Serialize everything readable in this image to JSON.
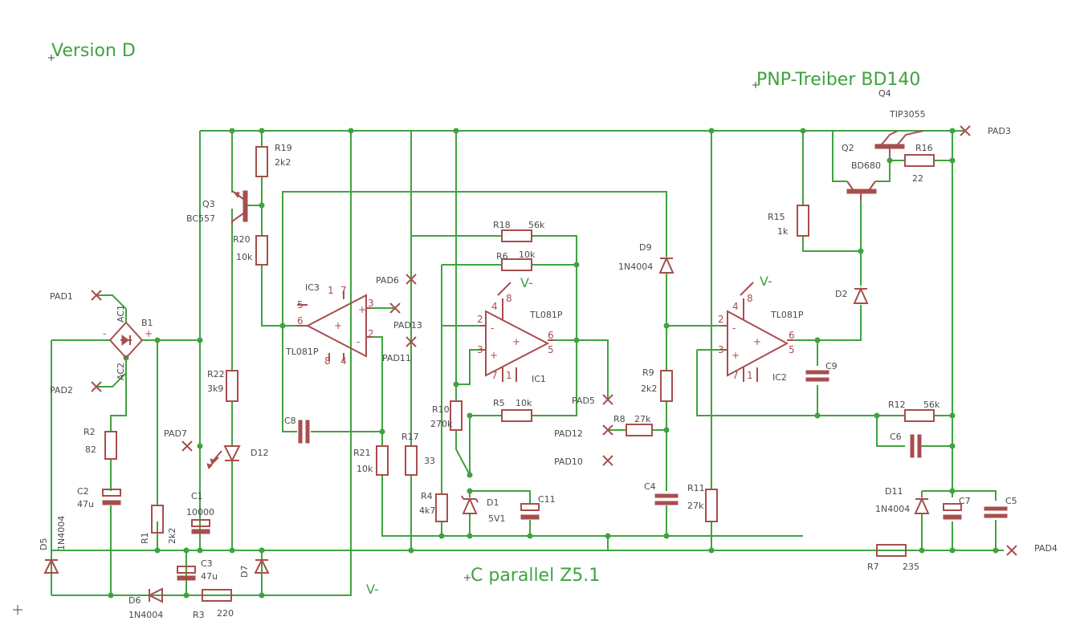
{
  "texts": {
    "version": "Version D",
    "pnp_title": "PNP-Treiber BD140",
    "c_parallel": "C parallel Z5.1",
    "v_minus": "V-"
  },
  "components": {
    "R19": {
      "name": "R19",
      "value": "2k2"
    },
    "R20": {
      "name": "R20",
      "value": "10k"
    },
    "R22": {
      "name": "R22",
      "value": "3k9"
    },
    "R2": {
      "name": "R2",
      "value": "82"
    },
    "R1": {
      "name": "R1",
      "value": "2k2"
    },
    "R3": {
      "name": "R3",
      "value": "220"
    },
    "R21": {
      "name": "R21",
      "value": "10k"
    },
    "R17": {
      "name": "R17",
      "value": "33"
    },
    "R18": {
      "name": "R18",
      "value": "56k"
    },
    "R6": {
      "name": "R6",
      "value": "10k"
    },
    "R5": {
      "name": "R5",
      "value": "10k"
    },
    "R10": {
      "name": "R10",
      "value": "270k"
    },
    "R4": {
      "name": "R4",
      "value": "4k7"
    },
    "R8": {
      "name": "R8",
      "value": "27k"
    },
    "R9": {
      "name": "R9",
      "value": "2k2"
    },
    "R11": {
      "name": "R11",
      "value": "27k"
    },
    "R15": {
      "name": "R15",
      "value": "1k"
    },
    "R16": {
      "name": "R16",
      "value": "22"
    },
    "R12": {
      "name": "R12",
      "value": "56k"
    },
    "R7": {
      "name": "R7",
      "value": "235"
    },
    "C1": {
      "name": "C1",
      "value": "10000"
    },
    "C2": {
      "name": "C2",
      "value": "47u"
    },
    "C3": {
      "name": "C3",
      "value": "47u"
    },
    "C4": {
      "name": "C4",
      "value": ""
    },
    "C5": {
      "name": "C5",
      "value": ""
    },
    "C6": {
      "name": "C6",
      "value": ""
    },
    "C7": {
      "name": "C7",
      "value": ""
    },
    "C8": {
      "name": "C8",
      "value": ""
    },
    "C9": {
      "name": "C9",
      "value": ""
    },
    "C11": {
      "name": "C11",
      "value": ""
    },
    "D1": {
      "name": "D1",
      "value": "5V1"
    },
    "D2": {
      "name": "D2",
      "value": ""
    },
    "D5": {
      "name": "D5",
      "value": "1N4004"
    },
    "D6": {
      "name": "D6",
      "value": "1N4004"
    },
    "D7": {
      "name": "D7",
      "value": ""
    },
    "D9": {
      "name": "D9",
      "value": "1N4004"
    },
    "D11": {
      "name": "D11",
      "value": "1N4004"
    },
    "D12": {
      "name": "D12",
      "value": ""
    },
    "Q2": {
      "name": "Q2",
      "value": "BD680"
    },
    "Q3": {
      "name": "Q3",
      "value": "BC557"
    },
    "Q4": {
      "name": "Q4",
      "value": "TIP3055"
    },
    "B1": {
      "name": "B1",
      "ac1": "AC1",
      "ac2": "AC2"
    },
    "IC1": {
      "name": "IC1",
      "type": "TL081P"
    },
    "IC2": {
      "name": "IC2",
      "type": "TL081P"
    },
    "IC3": {
      "name": "IC3",
      "type": "TL081P"
    }
  },
  "pads": {
    "PAD1": "PAD1",
    "PAD2": "PAD2",
    "PAD3": "PAD3",
    "PAD4": "PAD4",
    "PAD5": "PAD5",
    "PAD6": "PAD6",
    "PAD7": "PAD7",
    "PAD10": "PAD10",
    "PAD11": "PAD11",
    "PAD12": "PAD12",
    "PAD13": "PAD13"
  },
  "pins": {
    "p1": "1",
    "p2": "2",
    "p3": "3",
    "p4": "4",
    "p5": "5",
    "p6": "6",
    "p7": "7",
    "p8": "8",
    "plus": "+",
    "minus": "-"
  },
  "colors": {
    "wire": "#3fa33f",
    "part": "#a84d4d",
    "label": "#4a4a4a"
  }
}
